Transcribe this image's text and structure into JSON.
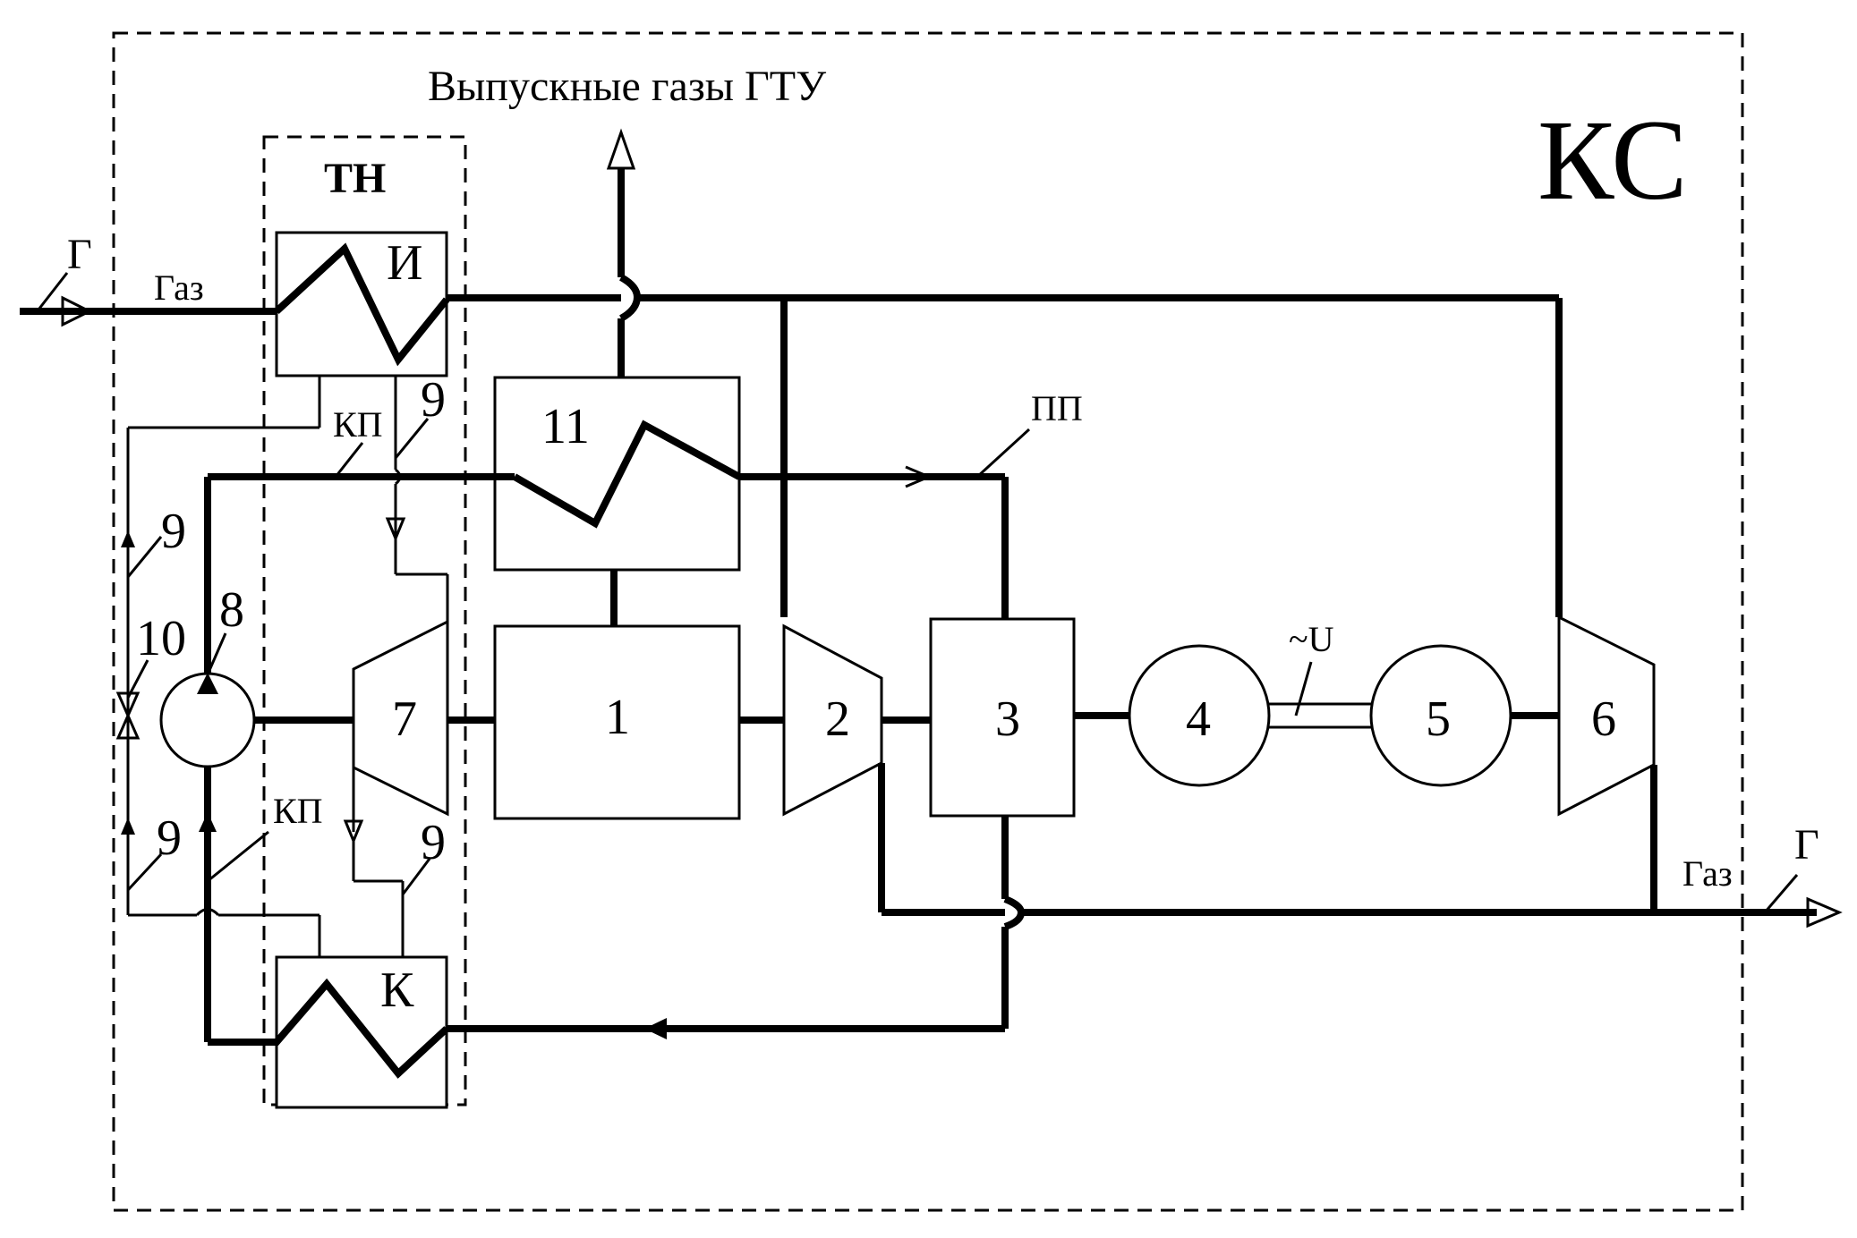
{
  "diagram": {
    "boundary_label": "КС",
    "heat_pump_label": "ТН",
    "exhaust_label": "Выпускные газы ГТУ",
    "gas_in": {
      "letter": "Г",
      "label": "Газ"
    },
    "gas_out": {
      "letter": "Г",
      "label": "Газ"
    },
    "evaporator_label": "И",
    "condenser_label": "К",
    "unit_labels": {
      "u1": "1",
      "u2": "2",
      "u3": "3",
      "u4": "4",
      "u5": "5",
      "u6": "6",
      "u7": "7",
      "u8": "8",
      "u10": "10",
      "u11": "11"
    },
    "line_labels": {
      "kp_top": "КП",
      "kp_bottom": "КП",
      "pp": "ПП",
      "voltage": "~U",
      "n9_a": "9",
      "n9_b": "9",
      "n9_c": "9",
      "n9_d": "9"
    }
  }
}
